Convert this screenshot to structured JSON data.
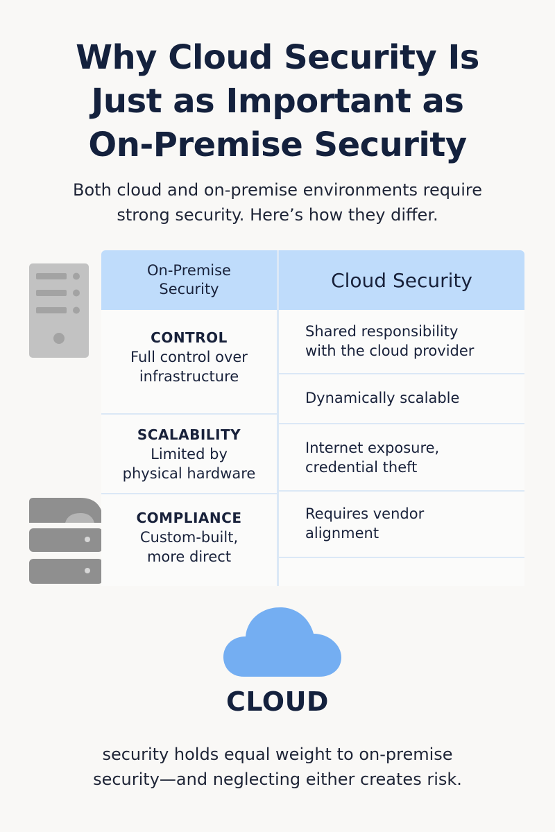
{
  "title": {
    "lines": [
      "Why Cloud Security Is",
      "Just as Important as",
      "On-Premise Security"
    ]
  },
  "intro": {
    "lines": [
      "Both cloud and on-premise environments require",
      "strong security. Here’s how they differ."
    ]
  },
  "table": {
    "header_left": [
      "On-Premise",
      "Security"
    ],
    "header_right": "Cloud Security",
    "rows_left": [
      {
        "label": "CONTROL",
        "desc": [
          "Full control over",
          "infrastructure"
        ]
      },
      {
        "label": "SCALABILITY",
        "desc": [
          "Limited by",
          "physical hardware"
        ]
      },
      {
        "label": "COMPLIANCE",
        "desc": [
          "Custom-built,",
          "more direct"
        ]
      }
    ],
    "rows_right": [
      [
        "Shared responsibility",
        "with the cloud provider"
      ],
      [
        "Dynamically scalable"
      ],
      [
        "Internet exposure,",
        "credential theft"
      ],
      [
        "Requires vendor",
        "alignment"
      ]
    ]
  },
  "cloud_label": "CLOUD",
  "footer": {
    "lines": [
      "security holds equal weight to on-premise",
      "security—and neglecting either creates risk."
    ]
  },
  "colors": {
    "header_bg": "#bfdcfb",
    "cloud_fill": "#74aef2",
    "server_gray": "#c2c2c2",
    "rack_gray": "#8f8f8f",
    "title_navy": "#14213d"
  },
  "icons": [
    "server-icon",
    "server-rack-icon",
    "cloud-icon"
  ]
}
